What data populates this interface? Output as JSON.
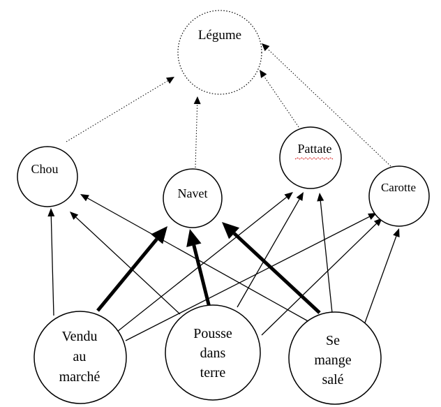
{
  "diagram": {
    "nodes": {
      "legume": {
        "label": "Légume"
      },
      "chou": {
        "label": "Chou"
      },
      "navet": {
        "label": "Navet"
      },
      "pattate": {
        "label": "Pattate"
      },
      "carotte": {
        "label": "Carotte"
      },
      "vendu": {
        "lines": [
          "Vendu",
          "au",
          "marché"
        ]
      },
      "pousse": {
        "lines": [
          "Pousse",
          "dans",
          "terre"
        ]
      },
      "semange": {
        "lines": [
          "Se",
          "mange",
          "salé"
        ]
      }
    },
    "edges": [
      {
        "from": "chou",
        "to": "legume",
        "style": "dotted"
      },
      {
        "from": "navet",
        "to": "legume",
        "style": "dotted"
      },
      {
        "from": "pattate",
        "to": "legume",
        "style": "dotted"
      },
      {
        "from": "carotte",
        "to": "legume",
        "style": "dotted"
      },
      {
        "from": "vendu",
        "to": "chou",
        "style": "thin"
      },
      {
        "from": "vendu",
        "to": "navet",
        "style": "thick"
      },
      {
        "from": "vendu",
        "to": "pattate",
        "style": "thin"
      },
      {
        "from": "vendu",
        "to": "carotte",
        "style": "thin"
      },
      {
        "from": "pousse",
        "to": "chou",
        "style": "thin"
      },
      {
        "from": "pousse",
        "to": "navet",
        "style": "thick"
      },
      {
        "from": "pousse",
        "to": "pattate",
        "style": "thin"
      },
      {
        "from": "pousse",
        "to": "carotte",
        "style": "thin"
      },
      {
        "from": "semange",
        "to": "chou",
        "style": "thin"
      },
      {
        "from": "semange",
        "to": "navet",
        "style": "thick"
      },
      {
        "from": "semange",
        "to": "pattate",
        "style": "thin"
      },
      {
        "from": "semange",
        "to": "carotte",
        "style": "thin"
      }
    ]
  }
}
